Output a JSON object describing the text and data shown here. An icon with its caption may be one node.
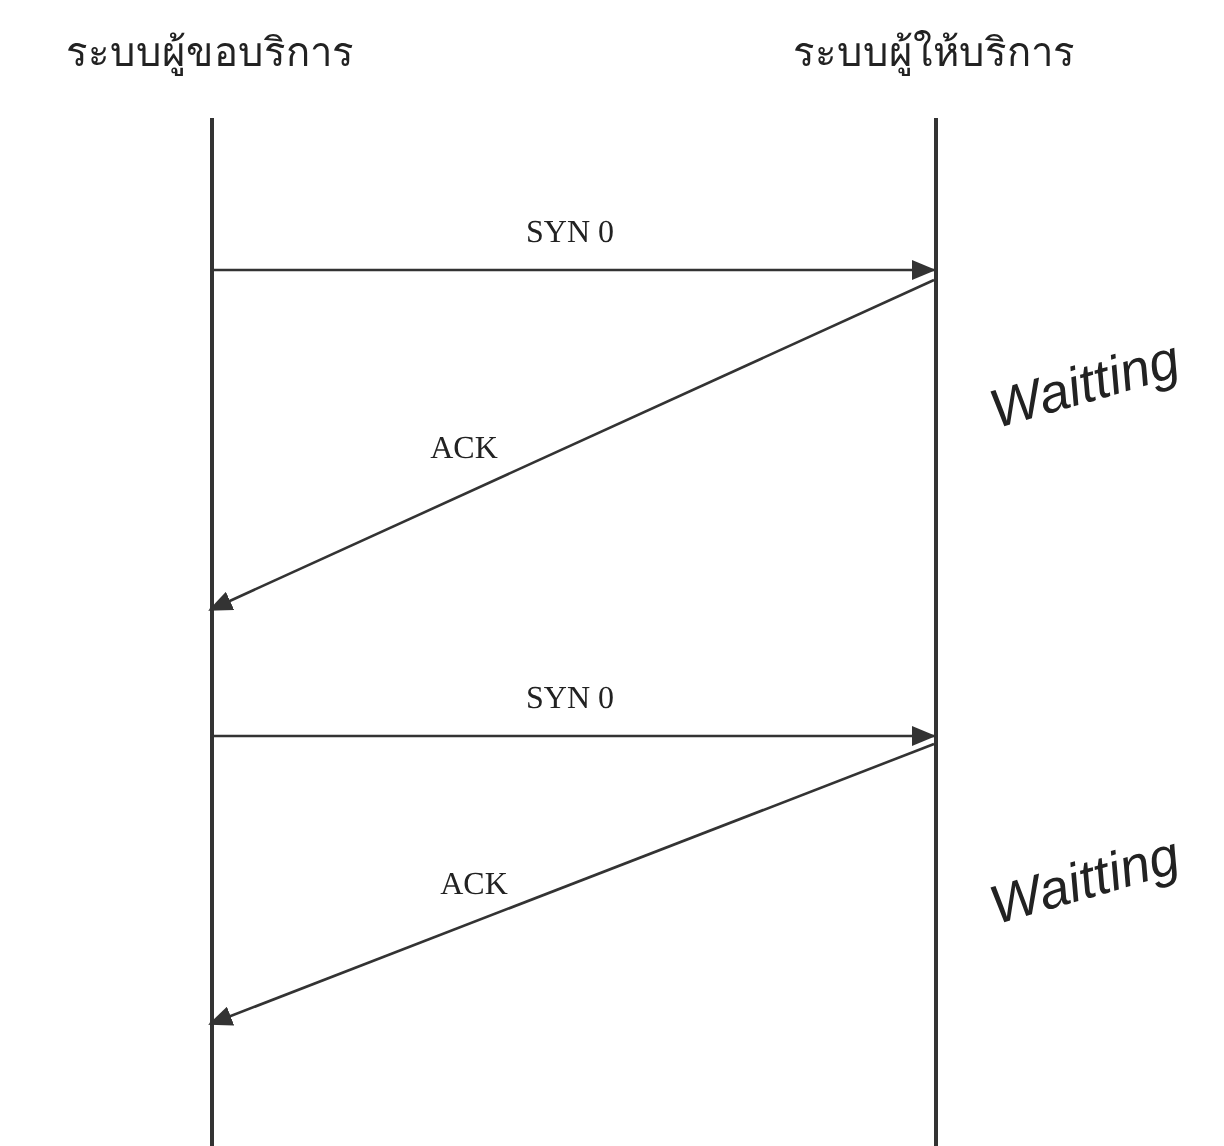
{
  "diagram": {
    "nodes": [
      {
        "text": [
          "ระบบผู้ขอบริการ"
        ]
      },
      {
        "text": [
          "ระบบผู้ให้บริการ"
        ]
      }
    ],
    "edges": [
      {
        "from": 0,
        "to": 1,
        "arrow": "to",
        "label": "SYN 0"
      },
      {
        "from": 1,
        "to": 0,
        "arrow": "to",
        "label": "ACK"
      },
      {
        "from": 0,
        "to": 1,
        "arrow": "to",
        "label": "SYN 0"
      },
      {
        "from": 1,
        "to": 0,
        "arrow": "to",
        "label": "ACK"
      }
    ],
    "labels": [
      "Waitting",
      "Waitting"
    ]
  }
}
